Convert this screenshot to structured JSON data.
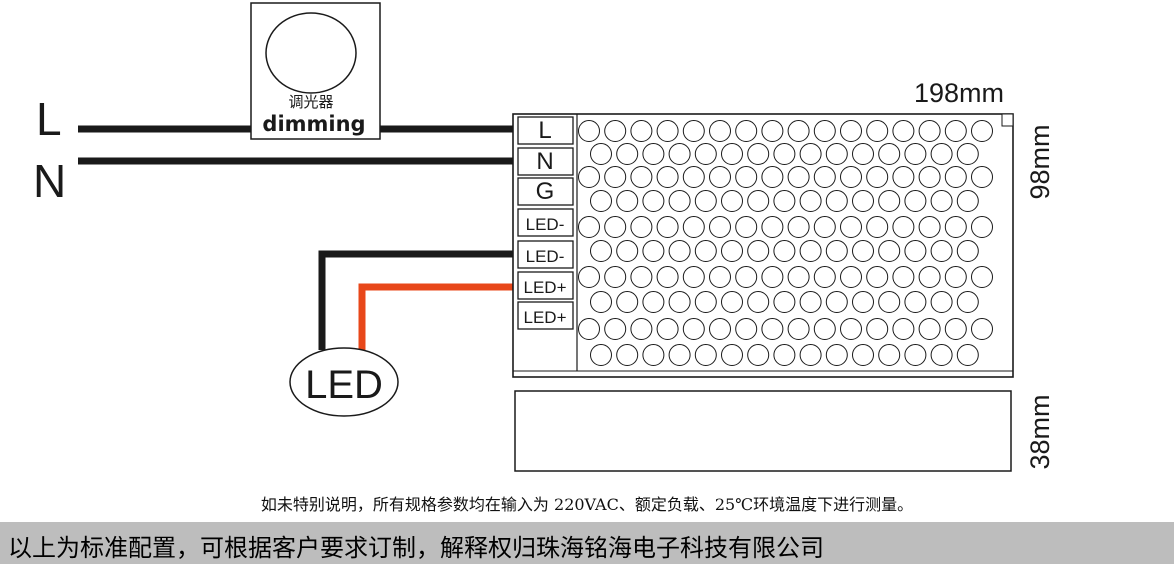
{
  "dimmer": {
    "cn_label": "调光器",
    "en_label": "dimming"
  },
  "wires": {
    "line": "L",
    "neutral": "N"
  },
  "terminals": [
    "L",
    "N",
    "G",
    "LED-",
    "LED-",
    "LED+",
    "LED+"
  ],
  "led_label": "LED",
  "dimensions": {
    "length": "198mm",
    "width": "98mm",
    "height": "38mm"
  },
  "note": "如未特别说明，所有规格参数均在输入为 220VAC、额定负载、25℃环境温度下进行测量。",
  "footer": "以上为标准配置，可根据客户要求订制，解释权归珠海铭海电子科技有限公司",
  "colors": {
    "wire_dark": "#1a1a1a",
    "wire_positive": "#e8471a",
    "footer_bg": "#bdbdbd"
  }
}
